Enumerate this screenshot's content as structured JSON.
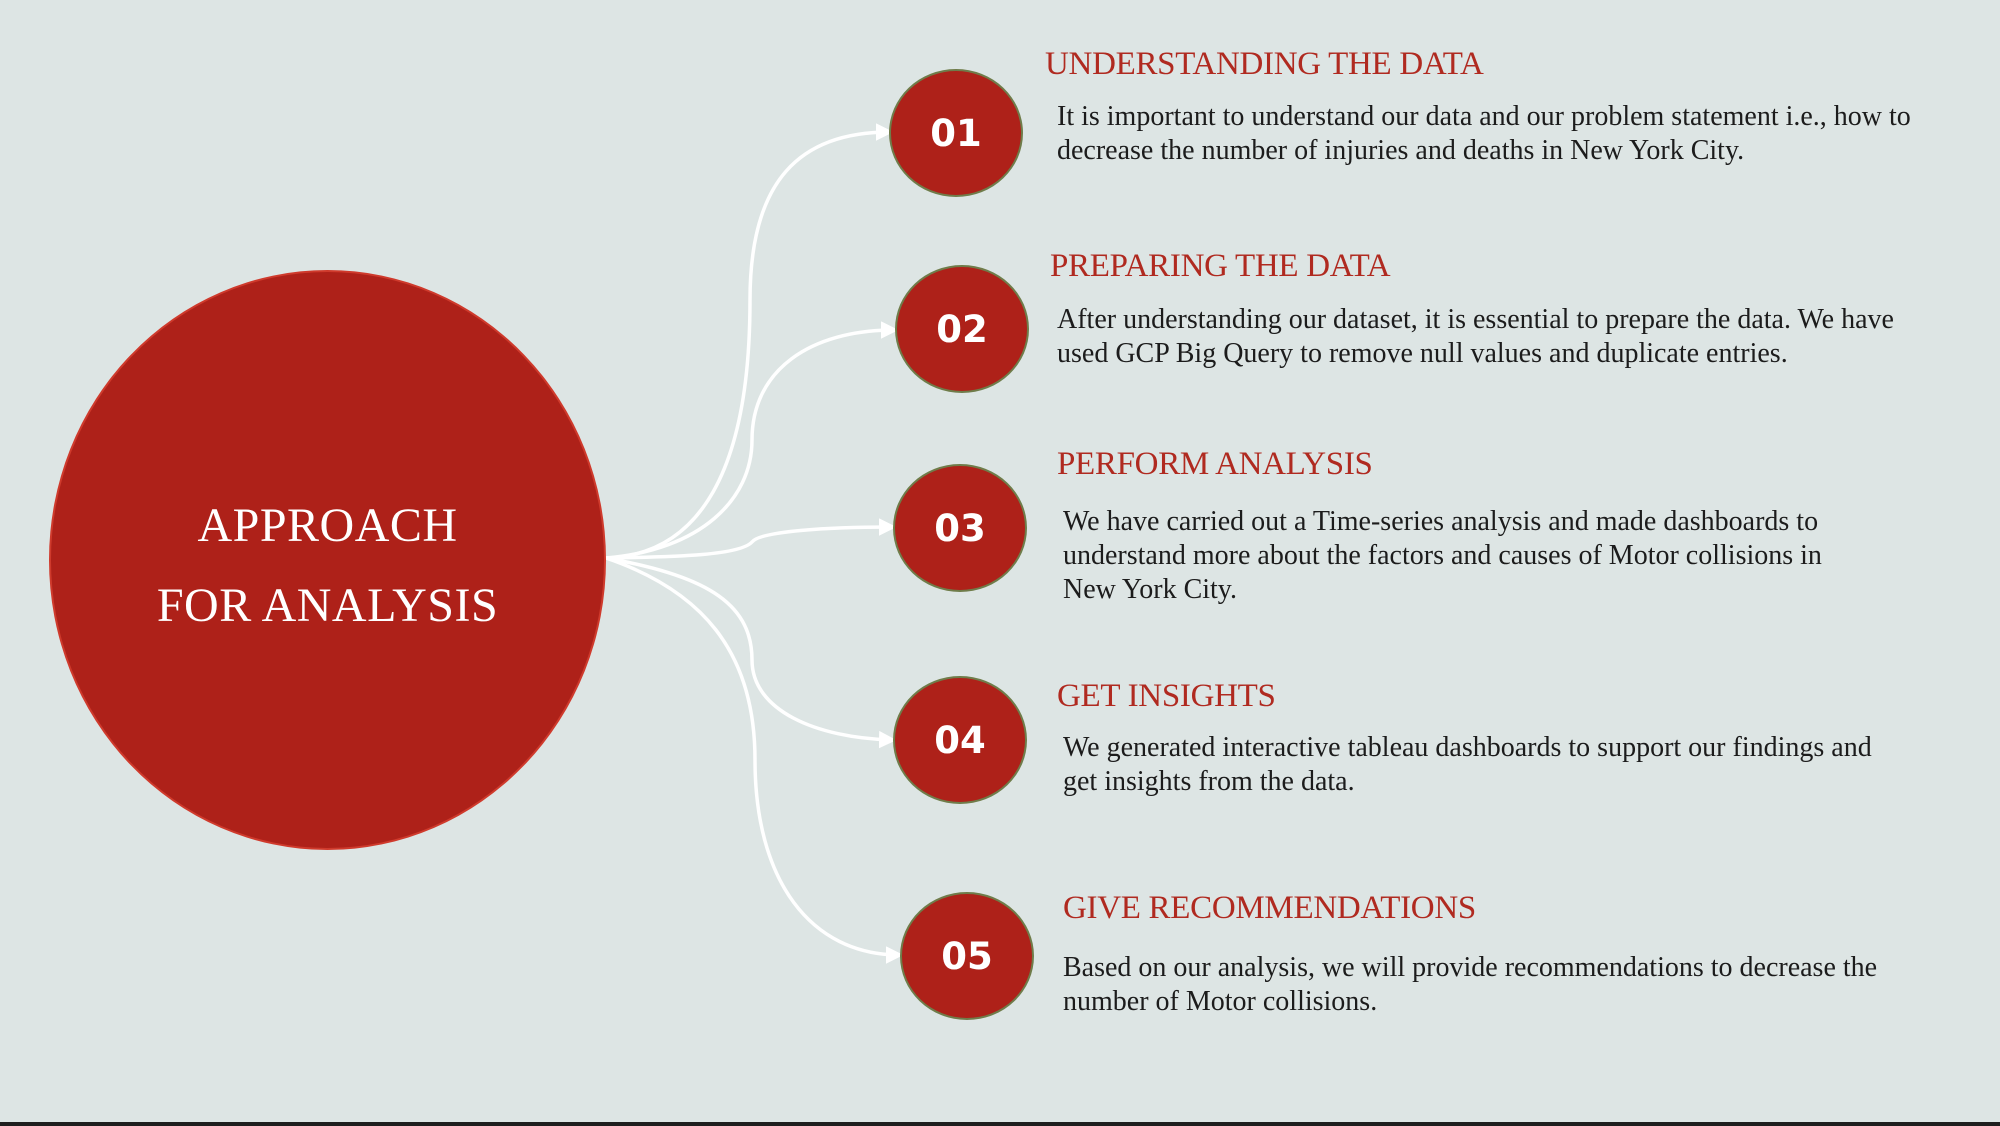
{
  "center": {
    "line1": "APPROACH",
    "line2": "FOR ANALYSIS"
  },
  "steps": [
    {
      "number": "01",
      "title": "UNDERSTANDING THE DATA",
      "description": "It is important to understand our data and our problem statement i.e., how to decrease the number of injuries and deaths in New York City."
    },
    {
      "number": "02",
      "title": "PREPARING THE DATA",
      "description": "After understanding our dataset, it is essential to prepare the data. We have used GCP Big Query to remove null values and duplicate entries."
    },
    {
      "number": "03",
      "title": "PERFORM ANALYSIS",
      "description": "We have carried out a Time-series analysis and made dashboards to understand more about the factors and causes of Motor collisions in New York City."
    },
    {
      "number": "04",
      "title": "GET INSIGHTS",
      "description": "We generated interactive tableau dashboards to support our findings and get insights from the data."
    },
    {
      "number": "05",
      "title": "GIVE RECOMMENDATIONS",
      "description": "Based on our analysis, we will provide recommendations to decrease the number of Motor collisions."
    }
  ],
  "colors": {
    "background": "#dde5e4",
    "accent": "#ae2119",
    "connector": "#ffffff"
  }
}
